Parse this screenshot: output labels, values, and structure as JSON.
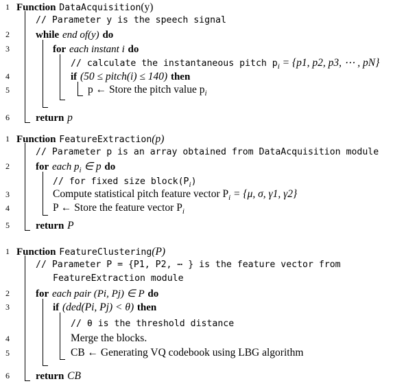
{
  "keywords": {
    "function": "Function",
    "while": "while",
    "do": "do",
    "for": "for",
    "if": "if",
    "then": "then",
    "return": "return"
  },
  "algorithm1": {
    "name": "DataAcquisition",
    "param": "(y)",
    "lines": {
      "num1": "1",
      "comment": "// Parameter y is the speech signal",
      "num2": "2",
      "while_cond": "end of(y)",
      "num3": "3",
      "for_cond": "each instant i",
      "comment2": "// calculate the instantaneous pitch p",
      "comment2_sub": "i",
      "comment2_math": " = {p1, p2, p3, ⋯ , pN}",
      "num4": "4",
      "if_cond": "(50 ≤ pitch(i) ≤ 140)",
      "num5": "5",
      "assign": "p ← Store the pitch value p",
      "assign_sub": "i",
      "num6": "6",
      "return_val": "p"
    }
  },
  "algorithm2": {
    "name": "FeatureExtraction",
    "param": "(p)",
    "lines": {
      "num1": "1",
      "comment": "// Parameter p is an array obtained from DataAcquisition module",
      "num2": "2",
      "for_cond": "each p",
      "for_sub": "i",
      "for_tail": " ∈ p",
      "comment2": "// for fixed size block(P",
      "comment2_sub": "i",
      "comment2_tail": ")",
      "num3": "3",
      "compute": "Compute statistical pitch feature vector P",
      "compute_sub": "i",
      "compute_tail": " = {μ, σ, γ1, γ2}",
      "num4": "4",
      "assign": "P ← Store the feature vector P",
      "assign_sub": "i",
      "num5": "5",
      "return_val": "P"
    }
  },
  "algorithm3": {
    "name": "FeatureClustering",
    "param": "(P)",
    "lines": {
      "num1": "1",
      "comment": "// Parameter P = {P1, P2, ⋯ } is the feature vector from",
      "comment_cont": "FeatureExtraction module",
      "num2": "2",
      "for_cond": "each pair (Pi, Pj) ∈ P",
      "num3": "3",
      "if_cond": "(ded(Pi, Pj) < θ)",
      "comment2": "// θ is the threshold distance",
      "num4": "4",
      "merge": "Merge the blocks.",
      "num5": "5",
      "assign": "CB ← Generating VQ codebook using LBG algorithm",
      "num6": "6",
      "return_val": "CB"
    }
  }
}
